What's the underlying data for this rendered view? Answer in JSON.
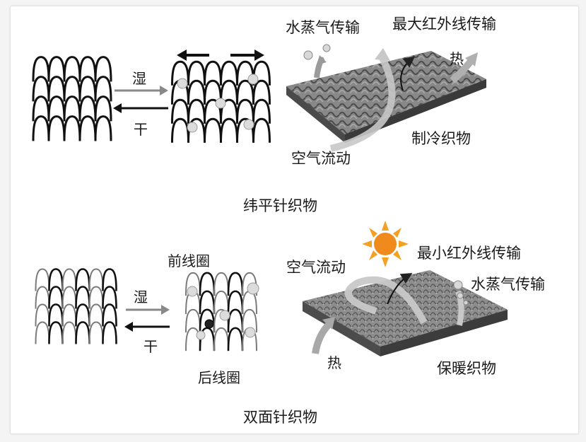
{
  "top": {
    "arrow_wet": "湿",
    "arrow_dry": "干",
    "vapor_transport": "水蒸气传输",
    "ir_transport": "最大红外线传输",
    "heat": "热",
    "air_flow": "空气流动",
    "fabric_name": "制冷织物",
    "caption": "纬平针织物"
  },
  "bottom": {
    "front_loop": "前线圈",
    "back_loop": "后线圈",
    "arrow_wet": "湿",
    "arrow_dry": "干",
    "air_flow": "空气流动",
    "ir_transport": "最小红外线传输",
    "vapor_transport": "水蒸气传输",
    "heat": "热",
    "fabric_name": "保暖织物",
    "caption": "双面针织物"
  },
  "colors": {
    "sun": "#f08a1c",
    "fabric": "#7a7a7a",
    "arrow": "#8a8a8a"
  }
}
